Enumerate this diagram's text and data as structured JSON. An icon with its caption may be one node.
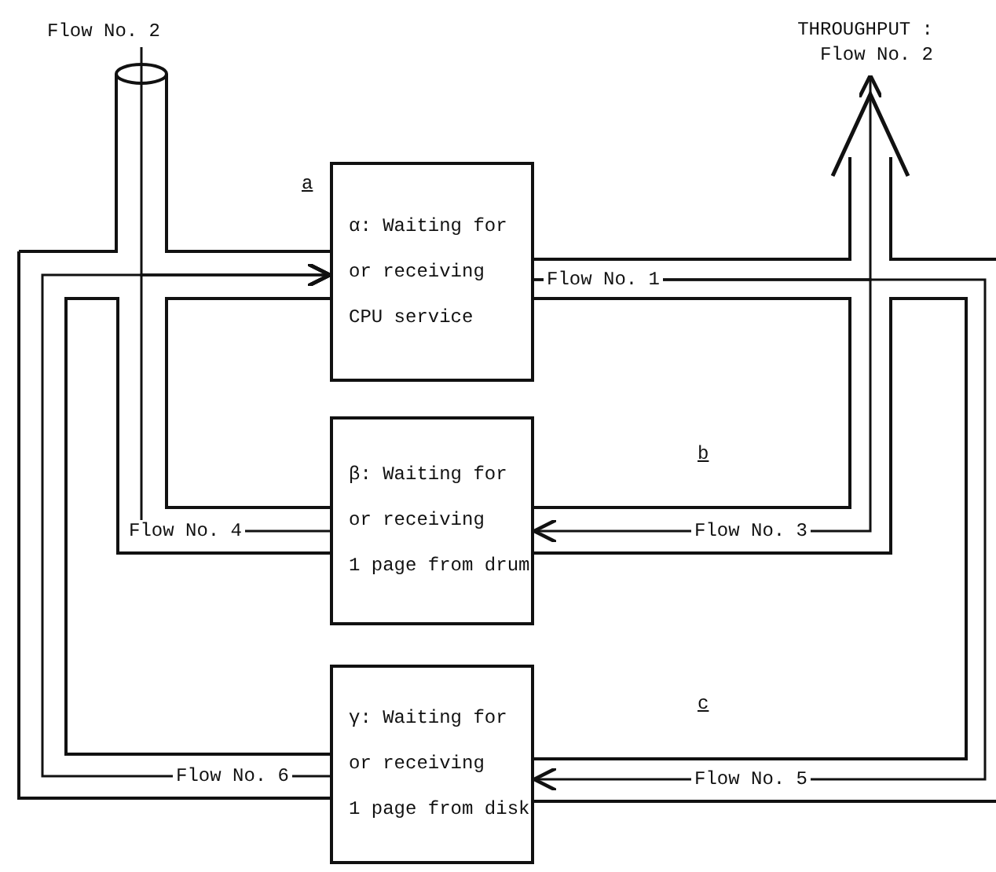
{
  "diagram": {
    "nodes": [
      {
        "text": [
          "Flow No. 2"
        ]
      },
      {
        "text": [
          "THROUGHPUT : Flow No. 2"
        ]
      },
      {
        "text": [
          "α: Waiting for or receiving CPU service"
        ]
      },
      {
        "text": [
          "β: Waiting for or receiving",
          "1 page from drum"
        ]
      },
      {
        "text": [
          "γ: Waiting for or receiving",
          "1 page from disk"
        ]
      }
    ],
    "edges": [
      {
        "from": 0,
        "to": 2,
        "arrow": "to"
      },
      {
        "from": 2,
        "to": 1,
        "arrow": "to",
        "label": "Flow No. 1"
      },
      {
        "from": 2,
        "to": 3,
        "arrow": "to",
        "label": "Flow No. 3"
      },
      {
        "from": 2,
        "to": 4,
        "arrow": "to",
        "label": "Flow No. 5"
      },
      {
        "from": 3,
        "to": 2,
        "arrow": "to",
        "label": "Flow No. 4"
      },
      {
        "from": 4,
        "to": 2,
        "arrow": "to",
        "label": "Flow No. 6"
      }
    ],
    "labels": [
      "a",
      "b",
      "c"
    ]
  }
}
